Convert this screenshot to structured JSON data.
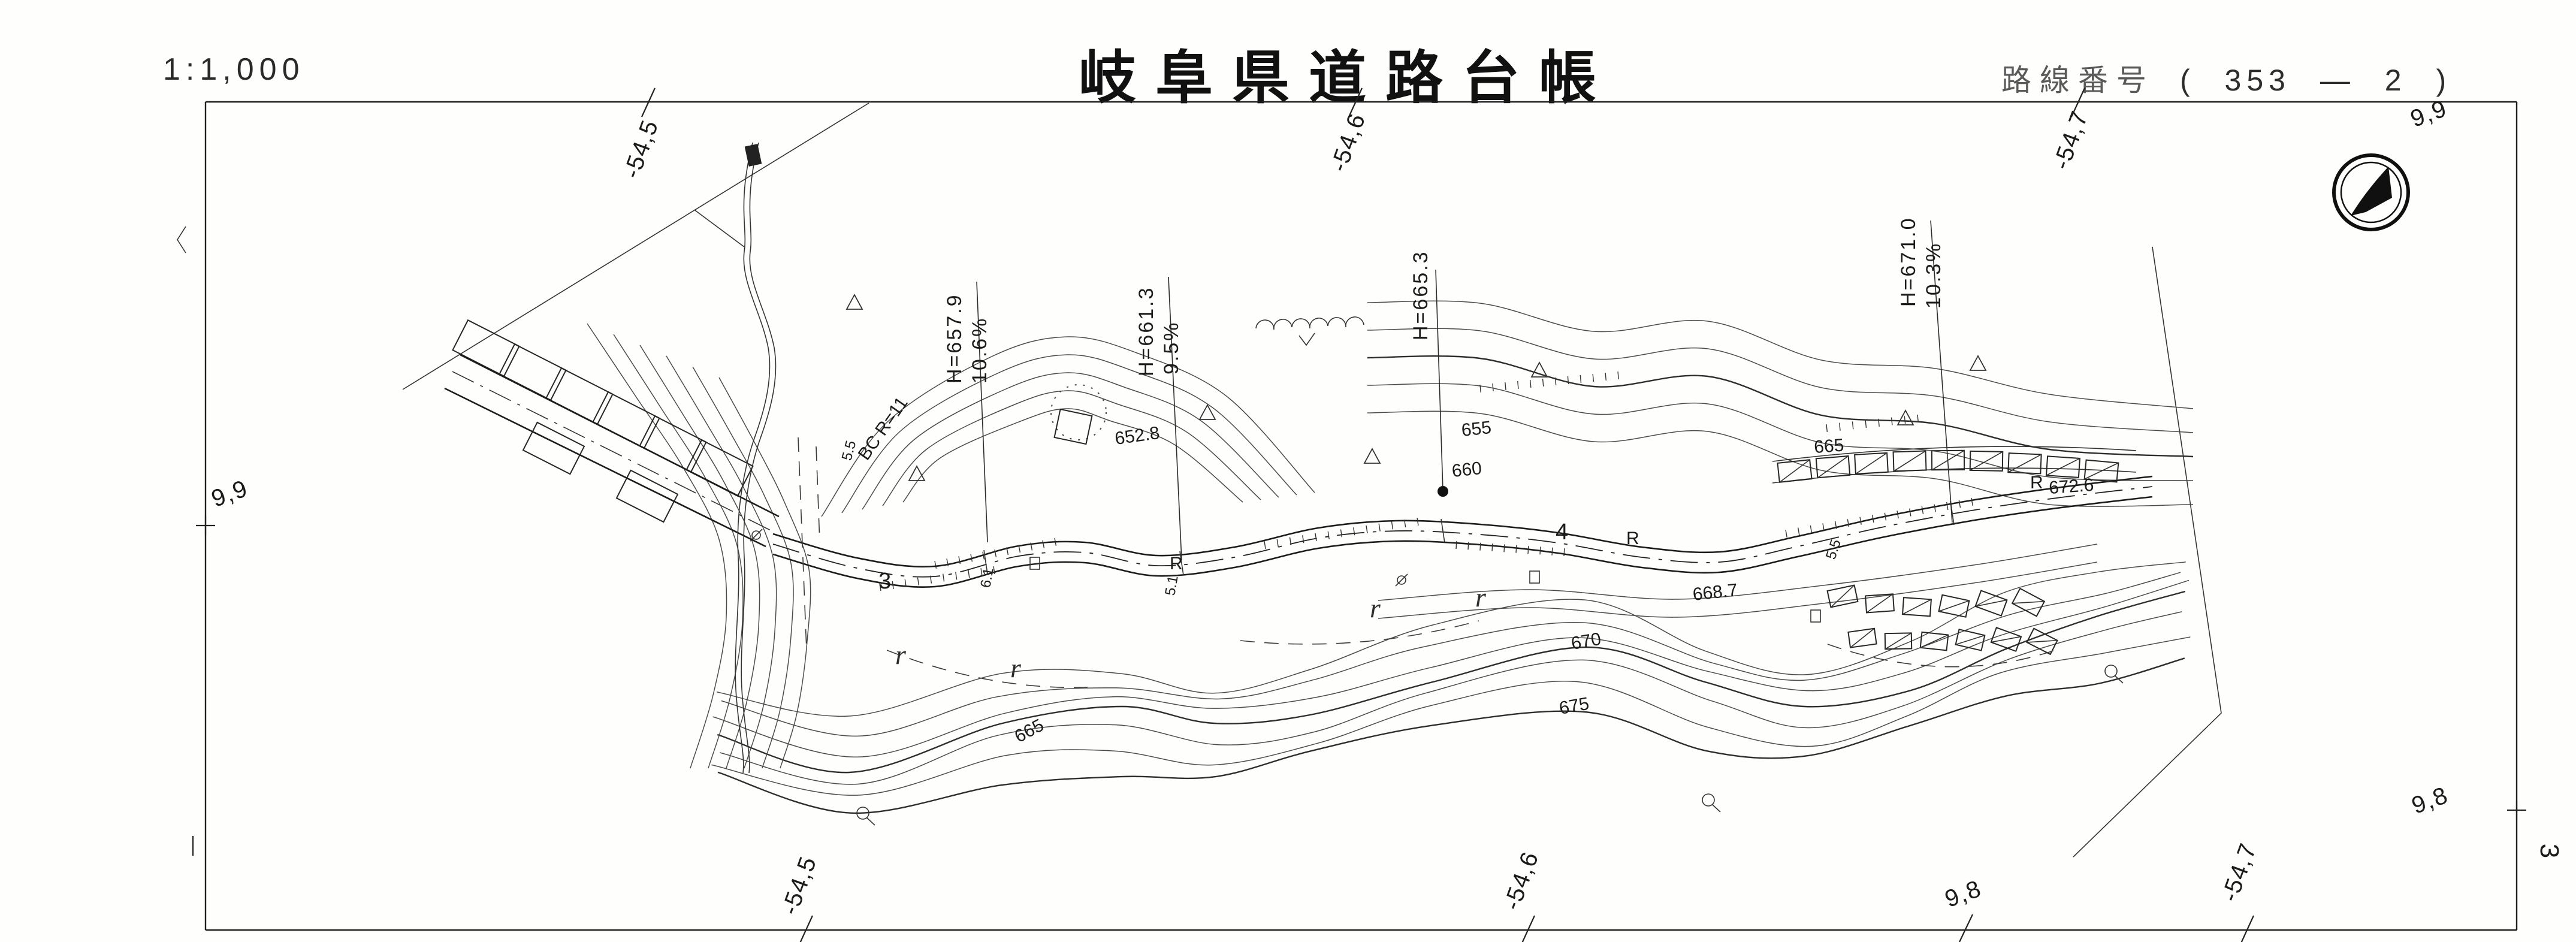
{
  "header": {
    "scale": "1:1,000",
    "title": "岐阜県道路台帳",
    "route_label": "路線番号",
    "route_value": "( 353 — 2 )"
  },
  "sheet": {
    "page_number": "3"
  },
  "grid_labels": {
    "top_1": "-54,5",
    "top_2": "-54,6",
    "top_3": "-54,7",
    "bottom_1": "-54,5",
    "bottom_2": "-54,6",
    "bottom_3": "-54,7",
    "left": "9,9",
    "top_right": "9,9",
    "right": "9,8",
    "bottom_right": "9,8"
  },
  "stations": [
    {
      "elevation": "H=657.9",
      "grade": "10.6%"
    },
    {
      "elevation": "H=661.3",
      "grade": "9.5%"
    },
    {
      "elevation": "H=665.3",
      "grade": ""
    },
    {
      "elevation": "H=671.0",
      "grade": "10.3%"
    }
  ],
  "contour_labels": {
    "c652_8": "652.8",
    "c655": "655",
    "c660": "660",
    "c665_up": "665",
    "c672_6": "672.6",
    "c668_7": "668.7",
    "c670": "670",
    "c675": "675",
    "c665_low": "665"
  },
  "road_labels": {
    "curve": "BC R=11",
    "station_3": "3",
    "station_4": "4",
    "radius_marks": [
      "R",
      "R",
      "R"
    ],
    "veg_marks": [
      "r",
      "r",
      "r",
      "r"
    ],
    "width_marks": [
      "5.5",
      "6.1",
      "5.1",
      "5.5"
    ]
  }
}
